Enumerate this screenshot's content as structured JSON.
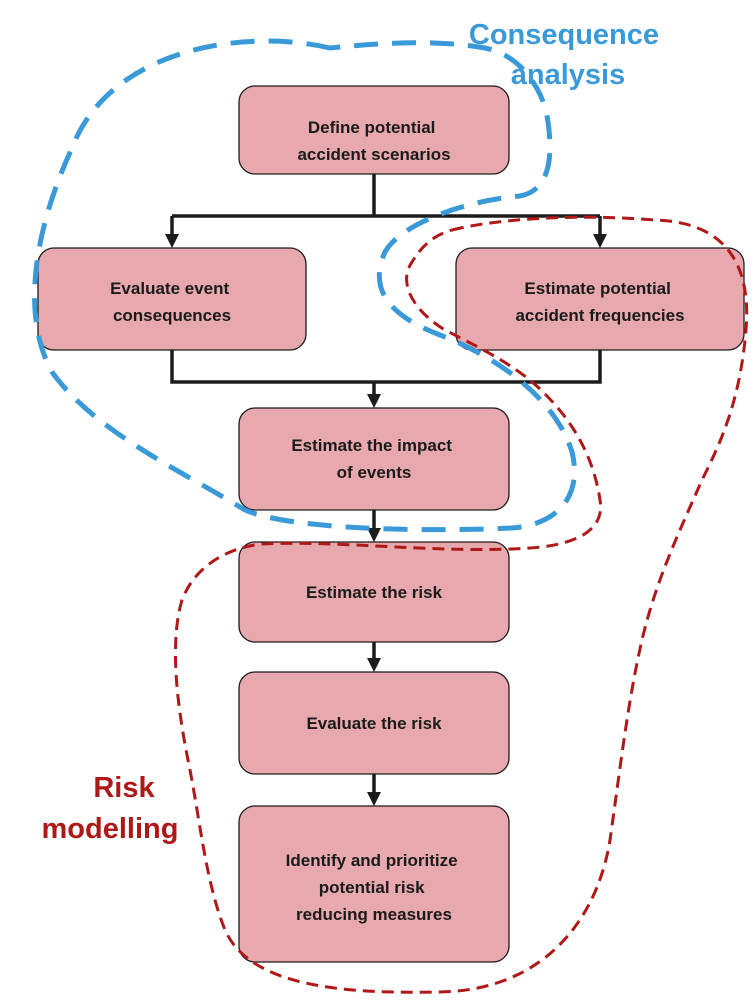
{
  "regions": {
    "consequence_analysis": {
      "lines": [
        "Consequence",
        "analysis"
      ],
      "color": "#3a9ad9"
    },
    "risk_modelling": {
      "lines": [
        "Risk",
        "modelling"
      ],
      "color": "#b01818"
    }
  },
  "nodes": [
    {
      "id": "define",
      "lines": [
        "Define potential",
        "accident scenarios"
      ]
    },
    {
      "id": "consequences",
      "lines": [
        "Evaluate event",
        "consequences"
      ]
    },
    {
      "id": "frequencies",
      "lines": [
        "Estimate potential",
        "accident frequencies"
      ]
    },
    {
      "id": "impact",
      "lines": [
        "Estimate the impact",
        "of events"
      ]
    },
    {
      "id": "estimate-risk",
      "lines": [
        "Estimate the risk"
      ]
    },
    {
      "id": "evaluate-risk",
      "lines": [
        "Evaluate the risk"
      ]
    },
    {
      "id": "identify",
      "lines": [
        "Identify and prioritize",
        "potential risk",
        "reducing measures"
      ]
    }
  ],
  "colors": {
    "box_fill": "#e8a9ae",
    "box_stroke": "#1c1c1c",
    "connector": "#1c1c1c"
  }
}
